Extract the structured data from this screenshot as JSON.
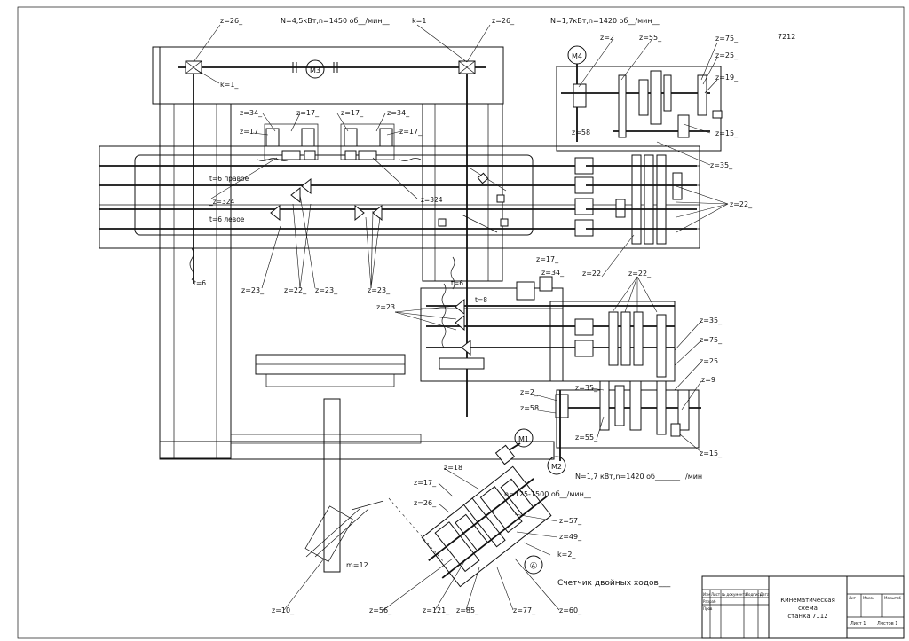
{
  "drawing": {
    "sheet_code": "7212",
    "motors": {
      "m1": "М1",
      "m2": "М2",
      "m3": "М3",
      "m4": "М4"
    },
    "power": {
      "m3": "N=4,5кВт,n=1450 об__/мин__",
      "m4": "N=1,7кВт,n=1420 об__/мин__",
      "m2_a": "N=1,7 кВт,n=1420 об_______",
      "m2_b": "/мин",
      "m1": "n=125-1500 об__/мин__"
    },
    "labels": {
      "z26_left": "z=26_",
      "z26_right": "z=26_",
      "k1_top": "k=1",
      "k1_left": "k=1_",
      "z2_top": "z=2",
      "z55_top": "z=55_",
      "z75_top": "z=75_",
      "z25_top": "z=25_",
      "z19_top": "z=19_",
      "z15_top": "z=15_",
      "z35_top": "z=35_",
      "z58_top": "z=58",
      "z22_right": "z=22_",
      "z34_l": "z=34_",
      "z17_l": "z=17",
      "z17_l2": "z=17_",
      "z17_m": "z=17_",
      "z34_r": "z=34_",
      "z17_r": "z=17_",
      "t6_right": "t=6 правое",
      "z324_l": "_z=324",
      "z324_r": "z=324",
      "t6_left": "t=6 левое",
      "t6_v": "t=6",
      "t6_v2": "t=6",
      "z23_a": "z=23_",
      "z22_a": "z=22_",
      "z23_b": "z=23_",
      "z23_c": "z=23_",
      "z22_mid": "z=22",
      "z22_mid2": "z=22_",
      "z17_mid": "z=17_",
      "z34_mid": "z=34_",
      "t8": "t=8",
      "z23_mid": "z=23",
      "z35_mid": "z=35_",
      "z75_mid": "z=75_",
      "z25_mid": "z=25",
      "z9_mid": "z=9",
      "z35_low": "z=35_",
      "z2_low": "z=2_",
      "z58_low": "z=58",
      "z55_low": "z=55_",
      "z15_low": "z=15_",
      "z18": "z=18",
      "z17_bot": "z=17_",
      "z26_bot": "z=26_",
      "z57": "z=57_",
      "z49": "z=49_",
      "k2": "k=2_",
      "m12": "m=12",
      "z10": "z=10_",
      "z56": "z=56_",
      "z121": "z=121_",
      "z85": "z=85_",
      "z77": "z=77_",
      "z60": "z=60_",
      "counter": "Счетчик двойных ходов___"
    },
    "title_block": {
      "title_line1": "Кинематическая",
      "title_line2": "схема",
      "title_line3": "станка 7112",
      "hdr_1": "Изм",
      "hdr_2": "Лист",
      "hdr_3": "№ документа",
      "hdr_4": "Подпись",
      "hdr_5": "Дата",
      "row_1": "Разраб",
      "row_2": "Пров",
      "col_lit": "Лит",
      "col_mass": "Масса",
      "col_scale": "Масштаб",
      "sheet": "Лист 1",
      "sheets": "Листов 1"
    }
  }
}
